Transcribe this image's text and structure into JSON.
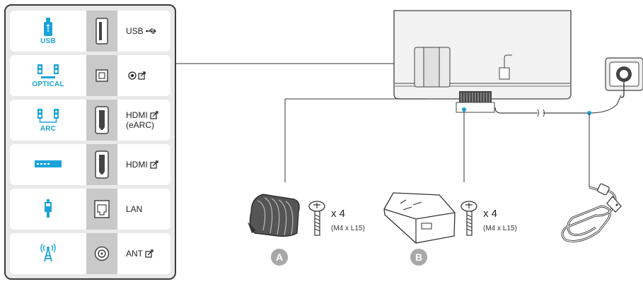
{
  "ports": [
    {
      "icon": "usb-device-icon",
      "caption": "USB",
      "port": "usb-port-icon",
      "label": "USB",
      "label_icon": "usb-symbol-icon"
    },
    {
      "icon": "optical-speakers-icon",
      "caption": "OPTICAL",
      "port": "optical-port-icon",
      "label": "",
      "label_icon": "optical-symbol-icon"
    },
    {
      "icon": "arc-speakers-icon",
      "caption": "ARC",
      "port": "hdmi-port-icon",
      "label": "HDMI",
      "label2": "(eARC)",
      "label_icon": "hdmi-symbol-icon"
    },
    {
      "icon": "set-top-box-icon",
      "caption": "",
      "port": "hdmi-port-icon",
      "label": "HDMI",
      "label_icon": "hdmi-symbol-icon"
    },
    {
      "icon": "lan-plug-icon",
      "caption": "",
      "port": "lan-port-icon",
      "label": "LAN",
      "label_icon": ""
    },
    {
      "icon": "antenna-icon",
      "caption": "",
      "port": "coax-port-icon",
      "label": "ANT",
      "label_icon": "ant-symbol-icon"
    }
  ],
  "accessories": {
    "a": {
      "badge": "A",
      "qty": "x 4",
      "spec": "(M4 x L15)"
    },
    "b": {
      "badge": "B",
      "qty": "x 4",
      "spec": "(M4 x L15)"
    }
  },
  "colors": {
    "accent": "#1aa3d9",
    "panel": "#e9e9e9",
    "port": "#c9c9c9"
  }
}
